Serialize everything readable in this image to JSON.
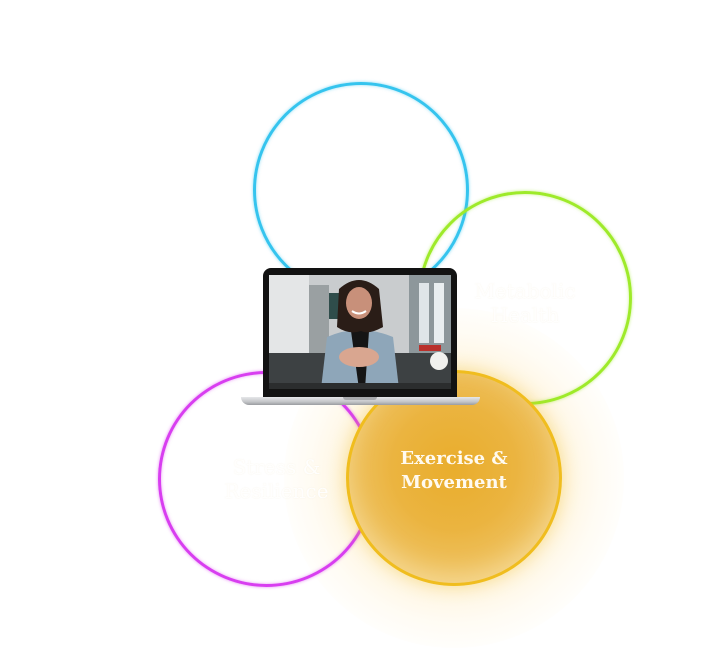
{
  "graphic": {
    "circles": [
      {
        "id": "top",
        "label_line1": "",
        "label_line2": "",
        "color": "#35c4ee"
      },
      {
        "id": "right",
        "label_line1": "Metabolic",
        "label_line2": "Health",
        "color": "#9eea2a"
      },
      {
        "id": "left",
        "label_line1": "Stress &",
        "label_line2": "Resilience",
        "color": "#d83ef0"
      },
      {
        "id": "bottom",
        "label_line1": "Exercise &",
        "label_line2": "Movement",
        "color": "#f0bd1e",
        "active": true
      }
    ]
  },
  "laptop": {
    "screen_content": "video-call-image"
  }
}
